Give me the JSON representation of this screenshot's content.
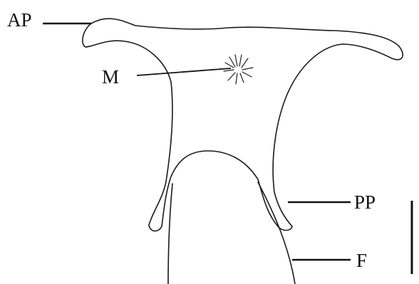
{
  "labels": {
    "ap": "AP",
    "m": "M",
    "pp": "PP",
    "f": "F"
  },
  "colors": {
    "line": "#1a1a1a",
    "background": "#ffffff"
  }
}
